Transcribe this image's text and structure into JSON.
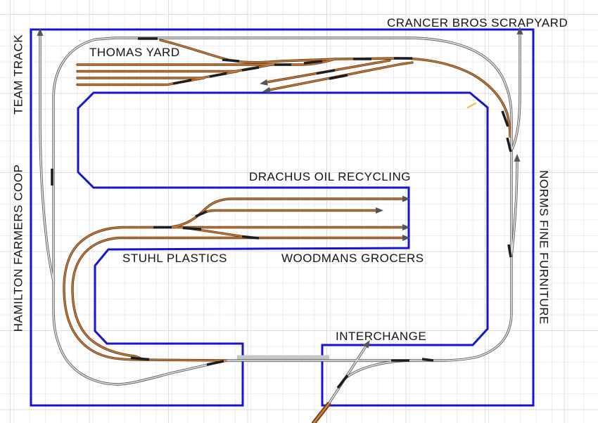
{
  "app": {
    "description_labels_note": "model railroad track plan canvas"
  },
  "labels": {
    "team_track": "TEAM TRACK",
    "thomas_yard": "THOMAS YARD",
    "crancer_bros_scrapyard": "CRANCER BROS SCRAPYARD",
    "hamilton_farmers_coop": "HAMILTON FARMERS COOP",
    "drachus_oil_recycling": "DRACHUS OIL RECYCLING",
    "stuhl_plastics": "STUHL PLASTICS",
    "woodmans_grocers": "WOODMANS GROCERS",
    "norms_fine_furniture": "NORMS FINE FURNITURE",
    "interchange": "INTERCHANGE"
  },
  "colors": {
    "benchwork_blue": "#1414d2",
    "track_gray_dark": "#5c5c5c",
    "track_gray_light": "#ededed",
    "track_brown_dark": "#6e3c12",
    "track_brown_light": "#c9823f",
    "tie_black": "#1e1e1e",
    "arrow_gray": "#555555",
    "bridge_gray": "#c6c6c6",
    "joint_yellow": "#e6c34b",
    "grid_line": "#ececf2",
    "label_text": "#141414"
  }
}
